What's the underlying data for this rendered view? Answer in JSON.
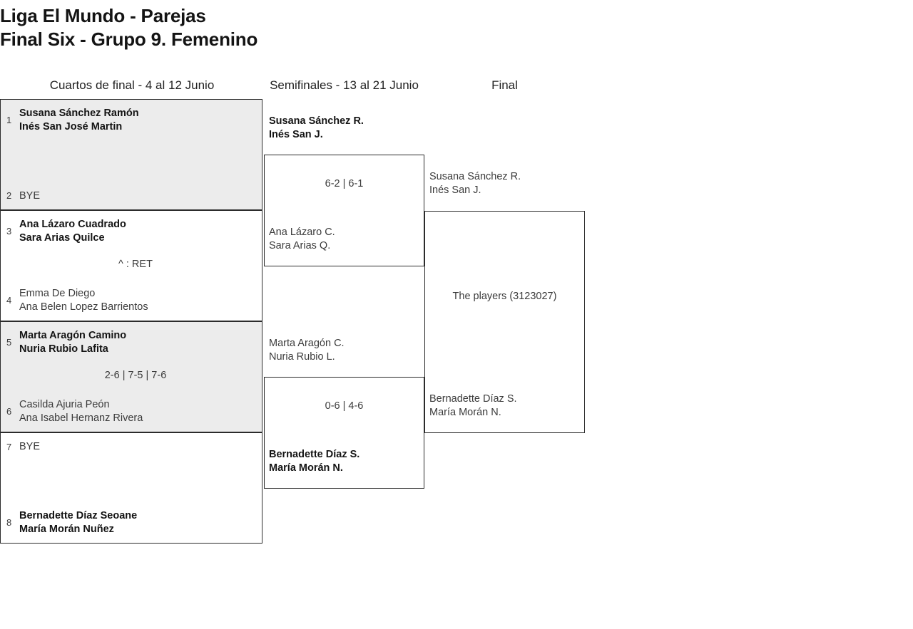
{
  "title": {
    "line1": "Liga El Mundo - Parejas",
    "line2": "Final Six - Grupo 9. Femenino"
  },
  "rounds": [
    {
      "id": "quarters",
      "label": "Cuartos de final - 4 al 12 Junio"
    },
    {
      "id": "semis",
      "label": "Semifinales - 13 al 21 Junio"
    },
    {
      "id": "final",
      "label": "Final"
    }
  ],
  "quarterfinals": [
    {
      "shaded": true,
      "top": {
        "seed": "1",
        "names": "Susana Sánchez Ramón\nInés San José Martin",
        "winner": true
      },
      "bottom": {
        "seed": "2",
        "names": "BYE",
        "winner": false
      },
      "score": ""
    },
    {
      "shaded": false,
      "top": {
        "seed": "3",
        "names": "Ana Lázaro Cuadrado\nSara Arias Quilce",
        "winner": true
      },
      "bottom": {
        "seed": "4",
        "names": "Emma De Diego\nAna Belen Lopez Barrientos",
        "winner": false
      },
      "score": "^ : RET"
    },
    {
      "shaded": true,
      "top": {
        "seed": "5",
        "names": "Marta Aragón Camino\nNuria Rubio Lafita",
        "winner": true
      },
      "bottom": {
        "seed": "6",
        "names": "Casilda Ajuria Peón\nAna Isabel Hernanz Rivera",
        "winner": false
      },
      "score": "2-6 | 7-5 | 7-6"
    },
    {
      "shaded": false,
      "top": {
        "seed": "7",
        "names": "BYE",
        "winner": false
      },
      "bottom": {
        "seed": "8",
        "names": "Bernadette Díaz Seoane\nMaría Morán Nuñez",
        "winner": true
      },
      "score": ""
    }
  ],
  "semifinals": [
    {
      "top": {
        "names": "Susana Sánchez R.\nInés San J.",
        "winner": true
      },
      "bottom": {
        "names": "Ana Lázaro C.\nSara Arias Q.",
        "winner": false
      },
      "score": "6-2 | 6-1"
    },
    {
      "top": {
        "names": "Marta Aragón C.\nNuria Rubio L.",
        "winner": false
      },
      "bottom": {
        "names": "Bernadette Díaz S.\nMaría Morán N.",
        "winner": true
      },
      "score": "0-6 | 4-6"
    }
  ],
  "final": {
    "top": {
      "names": "Susana Sánchez R.\nInés San J.",
      "winner": false
    },
    "bottom": {
      "names": "Bernadette Díaz S.\nMaría Morán N.",
      "winner": false
    },
    "score": "The players (3123027)"
  }
}
